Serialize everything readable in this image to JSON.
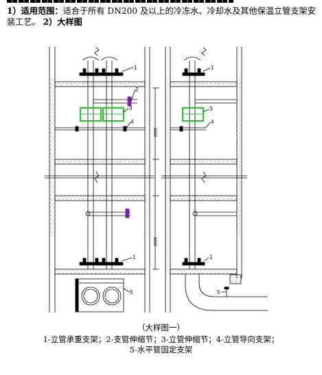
{
  "header_strip": "",
  "intro": {
    "scope_label": "1）适用范围：",
    "scope_text": "适合于所有 DN200 及以上的冷冻水、冷却水及其他保温立管支架安装工艺。",
    "detail_label": "2）大样图"
  },
  "figure": {
    "callouts": [
      "1",
      "2",
      "3",
      "4",
      "5"
    ],
    "dimension": "3000",
    "caption": "（大样图一）",
    "legend_line1": "1-立管承重支架；2-支管伸缩节；3-立管伸缩节；4-立管导向支架；",
    "legend_line2": "5-水平管固定支架"
  },
  "colors": {
    "expansion_joint": "#2fbf2f",
    "branch_joint": "#7a1fa8",
    "line": "#000000"
  }
}
